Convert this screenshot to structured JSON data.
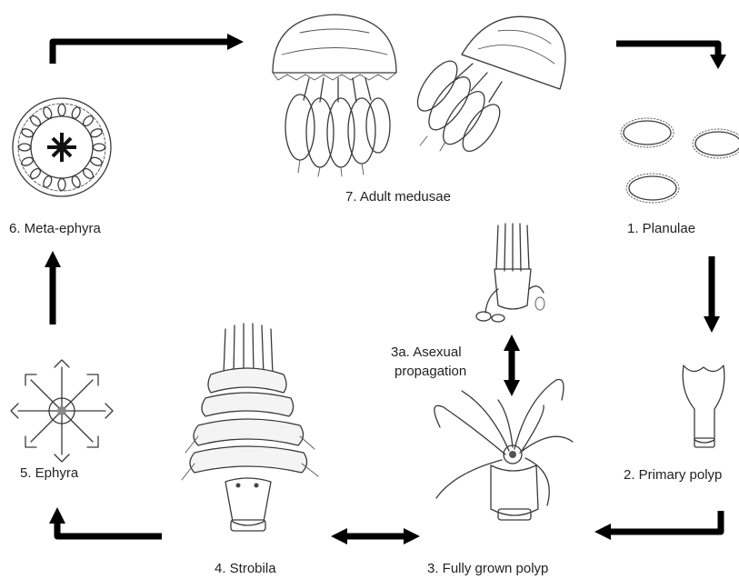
{
  "stages": {
    "planulae": "1. Planulae",
    "primary_polyp": "2. Primary polyp",
    "fully_grown_polyp": "3. Fully grown polyp",
    "asexual_line1": "3a. Asexual",
    "asexual_line2": "propagation",
    "strobila": "4. Strobila",
    "ephyra": "5. Ephyra",
    "meta_ephyra": "6. Meta-ephyra",
    "adult_medusae": "7. Adult medusae"
  },
  "colors": {
    "arrow": "#000000",
    "ink": "#3a3a3a",
    "text": "#222222"
  }
}
